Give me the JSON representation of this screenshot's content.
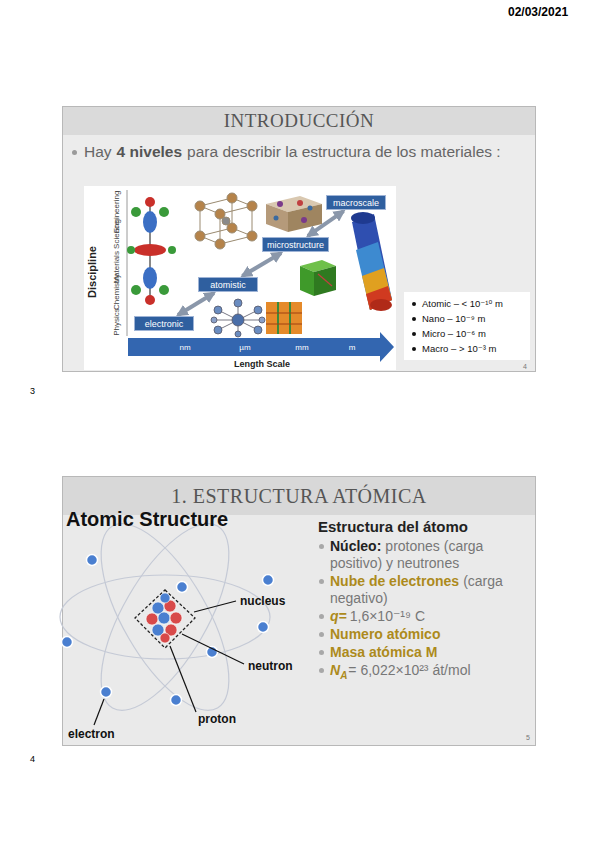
{
  "diagram": {
    "nodes": [
      {
        "text": [
          "INTRODUCCIÓN"
        ]
      },
      {
        "text": [
          "electronic"
        ]
      },
      {
        "text": [
          "atomistic"
        ]
      },
      {
        "text": [
          "microstructure"
        ]
      },
      {
        "text": [
          "macroscale"
        ]
      },
      {
        "text": [
          "Atomic – < 10⁻¹⁰ m",
          "Nano – 10⁻⁹ m",
          "Micro – 10⁻⁶ m",
          "Macro – > 10⁻³ m"
        ]
      },
      {
        "text": [
          "1. ESTRUCTURA ATÓMICA"
        ]
      }
    ],
    "edges": [
      {
        "from": 1,
        "to": 2,
        "arrow": "both"
      },
      {
        "from": 2,
        "to": 3,
        "arrow": "both"
      },
      {
        "from": 3,
        "to": 4,
        "arrow": "both"
      }
    ],
    "labels": [
      "02/03/2021",
      "Hay",
      "4 niveles",
      "para describir la estructura de los materiales :",
      "Discipline",
      "Engineering",
      "Materials Science",
      "Chemistry",
      "Physics",
      "nm",
      "µm",
      "mm",
      "m",
      "Length Scale",
      "4",
      "3",
      "Atomic Structure",
      "nucleus",
      "neutron",
      "proton",
      "electron",
      "Estructura del átomo",
      "Núcleo:",
      "protones (carga positivo) y neutrones",
      "Nube de electrones",
      "(carga negativo)",
      "q=",
      "1,6×10⁻¹⁹ C",
      "Numero atómico",
      "Masa atómica M",
      "N",
      "A",
      "= 6,022×10²³ át/mol",
      "5",
      "4"
    ]
  }
}
